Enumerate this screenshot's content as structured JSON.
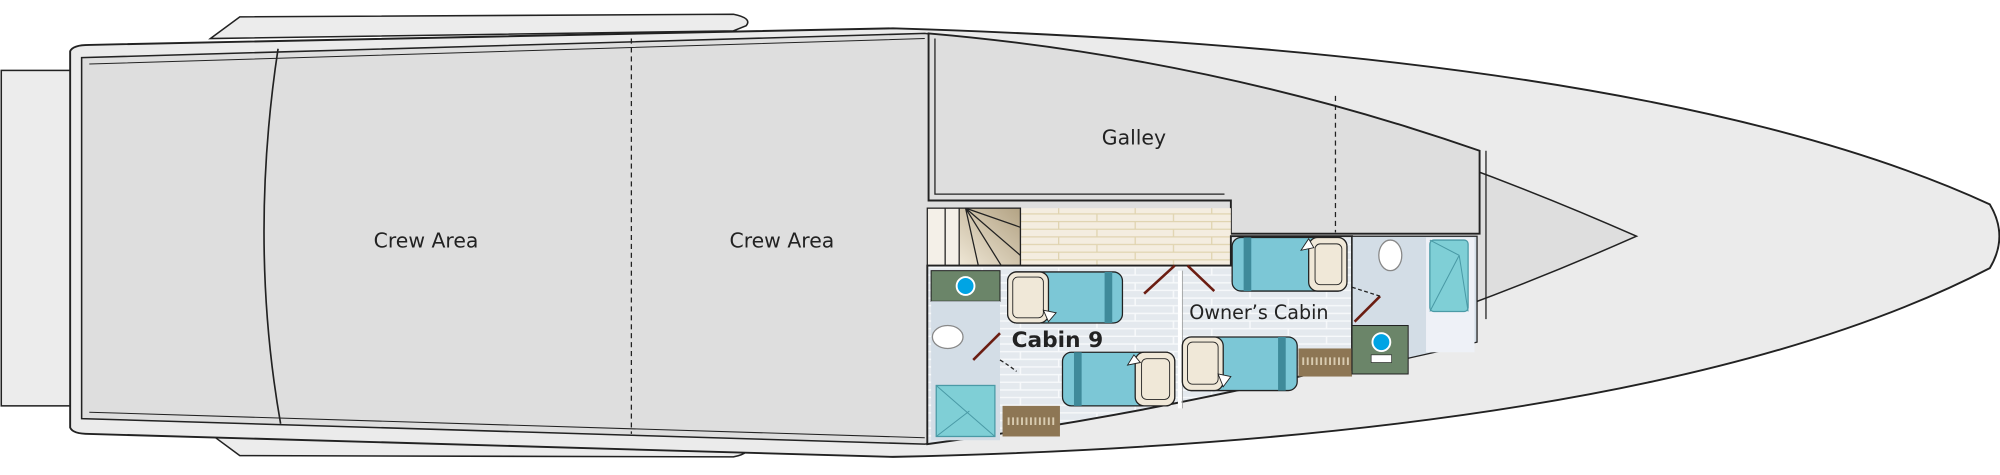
{
  "deck_plan": {
    "rooms": {
      "crew_area_1": "Crew Area",
      "crew_area_2": "Crew Area",
      "galley": "Galley",
      "cabin_9": "Cabin 9",
      "owners_cabin": "Owner’s Cabin"
    }
  },
  "colors": {
    "hull": "#ebebeb",
    "deck": "#dedede",
    "bed": "#7cc7d6",
    "bathroom": "#d3dde6",
    "closet": "#6b8569",
    "door": "#6b1d12",
    "planks": "#f3ecdc"
  }
}
